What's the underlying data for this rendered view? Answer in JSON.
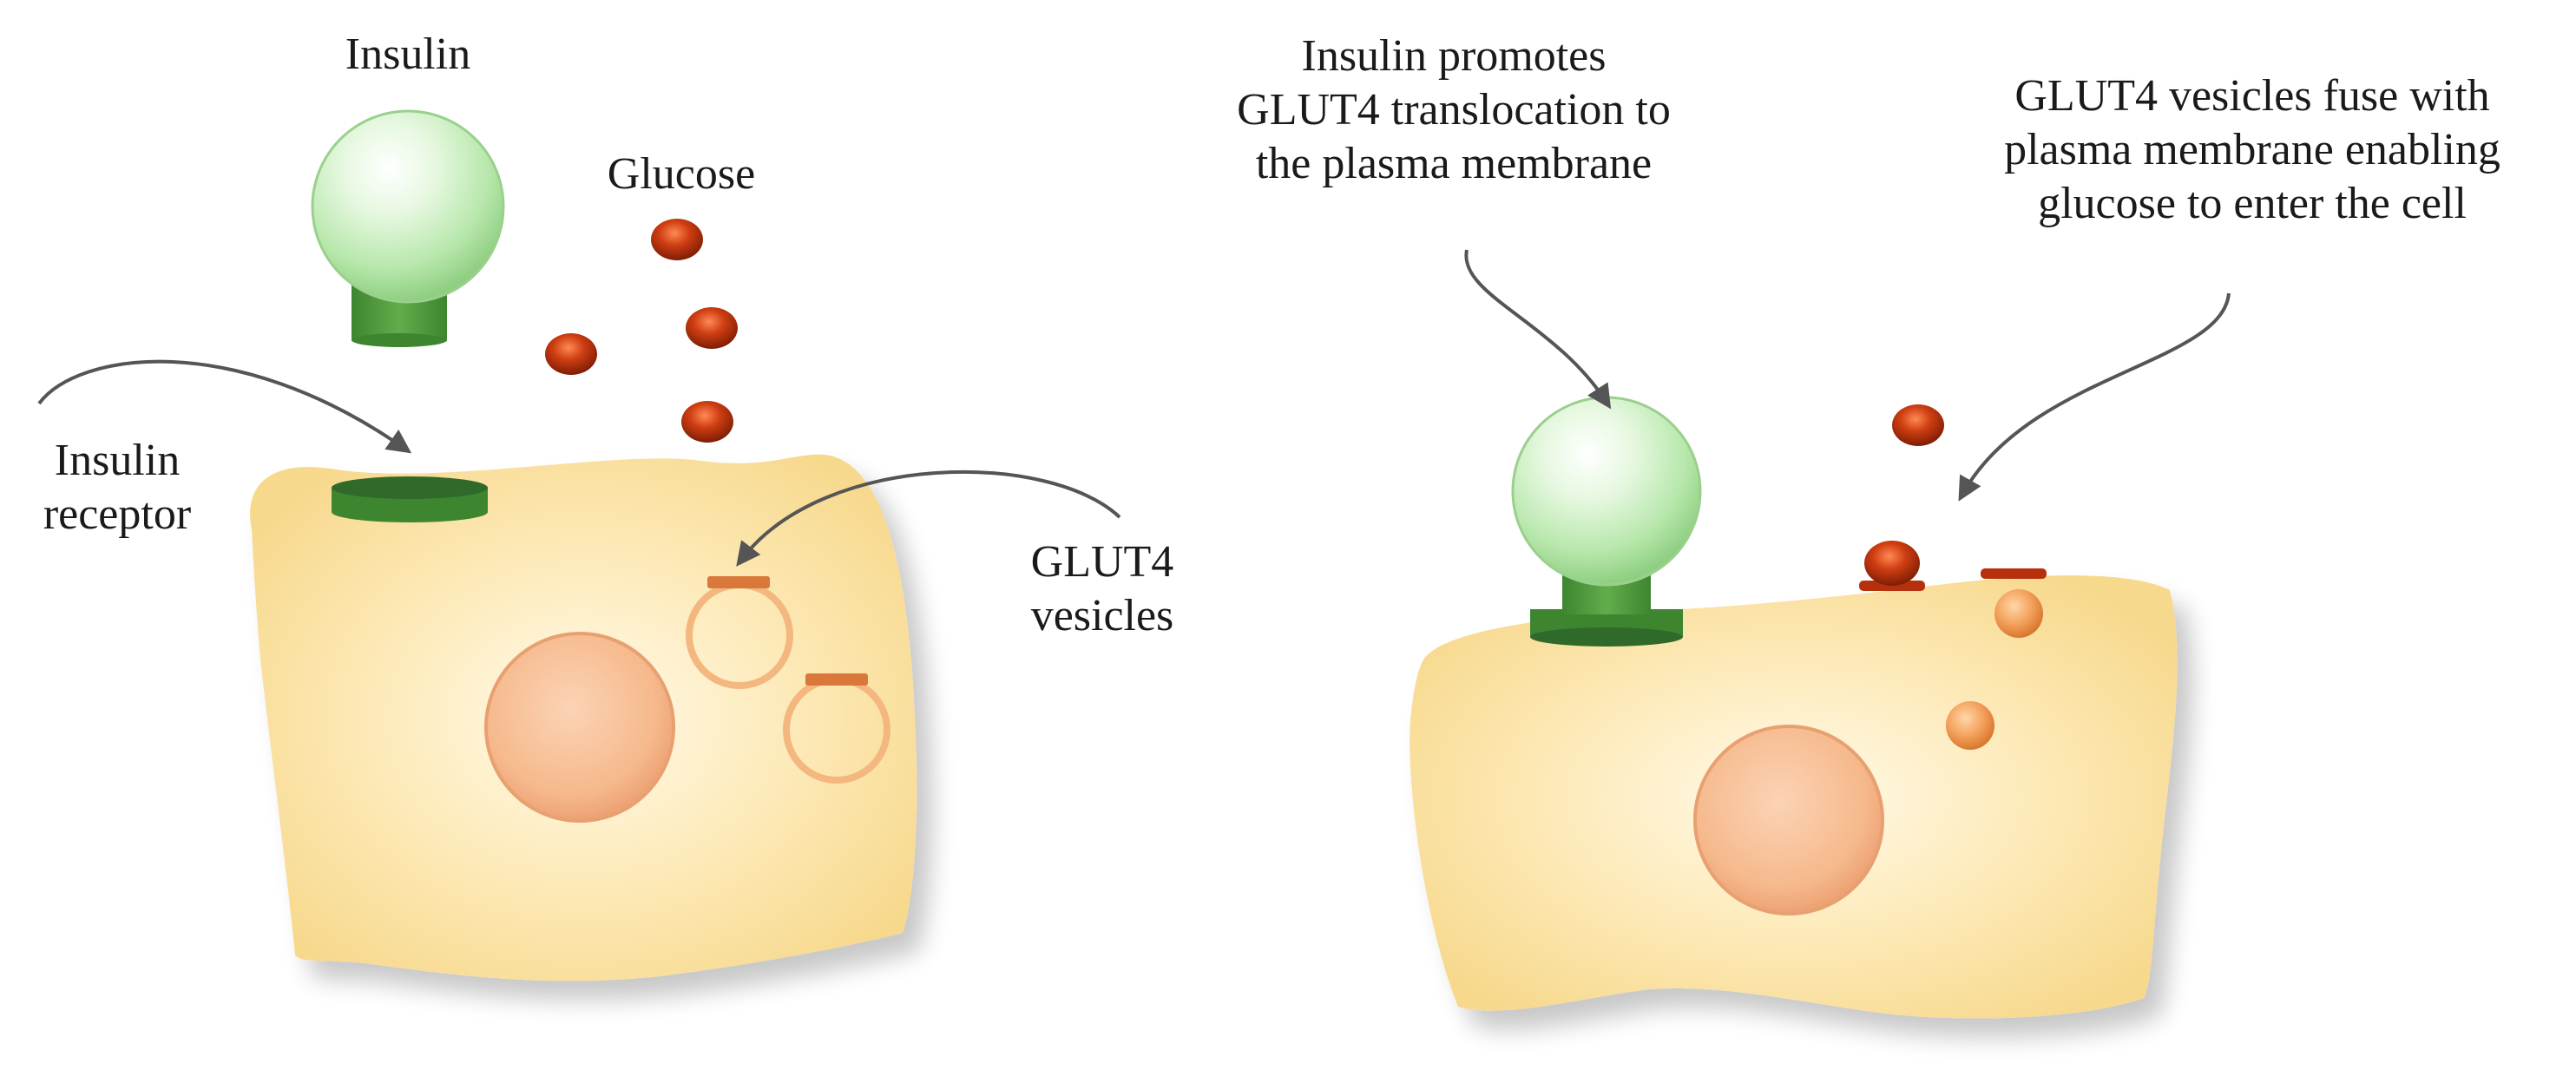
{
  "left_panel": {
    "insulin_label": "Insulin",
    "glucose_label": "Glucose",
    "receptor_label": "Insulin\nreceptor",
    "vesicles_label": "GLUT4\nvesicles"
  },
  "right_panel": {
    "translocation_label": "Insulin promotes\nGLUT4 translocation to\nthe plasma membrane",
    "fusion_label": "GLUT4 vesicles fuse with\nplasma membrane enabling\nglucose to enter the cell"
  },
  "colors": {
    "cell_fill": "#fbe3a4",
    "cell_center": "#fff6dc",
    "insulin_sphere": "#c8f0c0",
    "receptor_green": "#4f9a3c",
    "receptor_dark": "#2f6a2a",
    "glucose_red": "#b7300d",
    "nucleus": "#f6b98c",
    "vesicle_ring": "#f3b77f",
    "glut4_cap": "#d9783a",
    "arrow": "#555555"
  }
}
